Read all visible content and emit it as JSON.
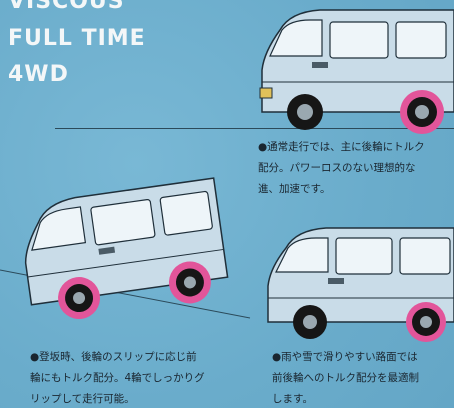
{
  "title": {
    "line1": "VISCOUS",
    "line2": "FULL TIME",
    "line3": "4WD"
  },
  "captions": {
    "normal": [
      "●通常走行では、主に後輪にトルク",
      "配分。パワーロスのない理想的な",
      "進、加速です。"
    ],
    "climb": [
      "●登坂時、後輪のスリップに応じ前",
      "輪にもトルク配分。4輪でしっかりグ",
      "リップして走行可能。"
    ],
    "slippery": [
      "●雨や雪で滑りやすい路面では",
      "前後輪へのトルク配分を最適制",
      "します。"
    ]
  },
  "colors": {
    "background": "#6fb0cf",
    "van_body": "#c9dce8",
    "torque_highlight": "#e2559a",
    "tire": "#161616"
  }
}
